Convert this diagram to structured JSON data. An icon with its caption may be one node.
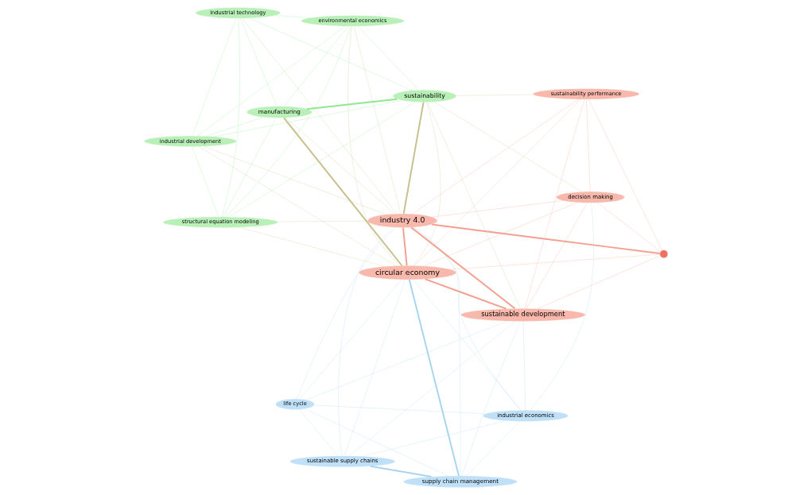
{
  "diagram": {
    "nodes": [
      {
        "text": [
          "industrial development"
        ]
      },
      {
        "text": [
          "environmental economics"
        ]
      },
      {
        "text": [
          "structural equation modeling"
        ]
      },
      {
        "text": [
          "manufacturing"
        ]
      },
      {
        "text": [
          "industrial technology"
        ]
      },
      {
        "text": [
          "sustainability"
        ]
      },
      {
        "text": [
          "life cycle"
        ]
      },
      {
        "text": [
          "supply chain management"
        ]
      },
      {
        "text": [
          "sustainable supply chains"
        ]
      },
      {
        "text": [
          "industrial economics"
        ]
      },
      {
        "text": [
          "circular economy"
        ]
      },
      {
        "text": [
          "sustainable development"
        ]
      },
      {
        "text": [
          "industry 4.0"
        ]
      },
      {
        "text": [
          "decision making"
        ]
      },
      {
        "text": [
          "sustainability performance"
        ]
      },
      {
        "text": [],
        "shape": "circle"
      }
    ],
    "edges": [
      {
        "from": 0,
        "to": 1,
        "arrow": "none",
        "color": "#8ee88e"
      },
      {
        "from": 0,
        "to": 2,
        "arrow": "none",
        "color": "#8ee88e"
      },
      {
        "from": 0,
        "to": 3,
        "arrow": "none",
        "color": "#8ee88e"
      },
      {
        "from": 0,
        "to": 4,
        "arrow": "none",
        "color": "#8ee88e"
      },
      {
        "from": 0,
        "to": 5,
        "arrow": "none",
        "color": "#8ee88e"
      },
      {
        "from": 1,
        "to": 2,
        "arrow": "none",
        "color": "#8ee88e"
      },
      {
        "from": 1,
        "to": 3,
        "arrow": "none",
        "color": "#8ee88e"
      },
      {
        "from": 1,
        "to": 4,
        "arrow": "none",
        "color": "#8ee88e"
      },
      {
        "from": 1,
        "to": 5,
        "arrow": "none",
        "color": "#8ee88e"
      },
      {
        "from": 2,
        "to": 3,
        "arrow": "none",
        "color": "#8ee88e"
      },
      {
        "from": 2,
        "to": 4,
        "arrow": "none",
        "color": "#8ee88e"
      },
      {
        "from": 2,
        "to": 5,
        "arrow": "none",
        "color": "#8ee88e"
      },
      {
        "from": 3,
        "to": 4,
        "arrow": "none",
        "color": "#8ee88e"
      },
      {
        "from": 3,
        "to": 5,
        "arrow": "none",
        "color": "#8ee88e",
        "style": "thick"
      },
      {
        "from": 4,
        "to": 5,
        "arrow": "none",
        "color": "#8ee88e"
      },
      {
        "from": 3,
        "to": 10,
        "arrow": "none",
        "color": "#c8c08c",
        "style": "thick"
      },
      {
        "from": 3,
        "to": 12,
        "arrow": "none",
        "color": "#c8c08c"
      },
      {
        "from": 5,
        "to": 10,
        "arrow": "none",
        "color": "#c8c08c"
      },
      {
        "from": 5,
        "to": 12,
        "arrow": "none",
        "color": "#c8c08c",
        "style": "thick"
      },
      {
        "from": 5,
        "to": 11,
        "arrow": "none",
        "color": "#c8c08c"
      },
      {
        "from": 5,
        "to": 13,
        "arrow": "none",
        "color": "#c8c08c"
      },
      {
        "from": 5,
        "to": 14,
        "arrow": "none",
        "color": "#c8c08c"
      },
      {
        "from": 0,
        "to": 10,
        "arrow": "none",
        "color": "#c8c08c"
      },
      {
        "from": 0,
        "to": 12,
        "arrow": "none",
        "color": "#c8c08c"
      },
      {
        "from": 1,
        "to": 10,
        "arrow": "none",
        "color": "#c8c08c"
      },
      {
        "from": 1,
        "to": 12,
        "arrow": "none",
        "color": "#c8c08c"
      },
      {
        "from": 2,
        "to": 10,
        "arrow": "none",
        "color": "#c8c08c"
      },
      {
        "from": 2,
        "to": 12,
        "arrow": "none",
        "color": "#c8c08c"
      },
      {
        "from": 4,
        "to": 12,
        "arrow": "none",
        "color": "#c8c08c"
      },
      {
        "from": 6,
        "to": 7,
        "arrow": "none",
        "color": "#a8d4f0"
      },
      {
        "from": 6,
        "to": 8,
        "arrow": "none",
        "color": "#a8d4f0"
      },
      {
        "from": 6,
        "to": 9,
        "arrow": "none",
        "color": "#a8d4f0"
      },
      {
        "from": 7,
        "to": 8,
        "arrow": "none",
        "color": "#a8d4f0",
        "style": "thick"
      },
      {
        "from": 7,
        "to": 9,
        "arrow": "none",
        "color": "#a8d4f0"
      },
      {
        "from": 8,
        "to": 9,
        "arrow": "none",
        "color": "#a8d4f0"
      },
      {
        "from": 7,
        "to": 10,
        "arrow": "none",
        "color": "#a8d4f0",
        "style": "thick"
      },
      {
        "from": 7,
        "to": 12,
        "arrow": "none",
        "color": "#a8d4f0"
      },
      {
        "from": 7,
        "to": 11,
        "arrow": "none",
        "color": "#a8d4f0"
      },
      {
        "from": 8,
        "to": 10,
        "arrow": "none",
        "color": "#a8d4f0"
      },
      {
        "from": 8,
        "to": 11,
        "arrow": "none",
        "color": "#a8d4f0"
      },
      {
        "from": 8,
        "to": 12,
        "arrow": "none",
        "color": "#a8d4f0"
      },
      {
        "from": 6,
        "to": 10,
        "arrow": "none",
        "color": "#a8d4f0"
      },
      {
        "from": 6,
        "to": 11,
        "arrow": "none",
        "color": "#a8d4f0"
      },
      {
        "from": 6,
        "to": 12,
        "arrow": "none",
        "color": "#a8d4f0"
      },
      {
        "from": 9,
        "to": 10,
        "arrow": "none",
        "color": "#a8d4f0"
      },
      {
        "from": 9,
        "to": 11,
        "arrow": "none",
        "color": "#a8d4f0"
      },
      {
        "from": 9,
        "to": 12,
        "arrow": "none",
        "color": "#a8d4f0"
      },
      {
        "from": 9,
        "to": 13,
        "arrow": "none",
        "color": "#a8d4f0"
      },
      {
        "from": 10,
        "to": 12,
        "arrow": "none",
        "color": "#f4a090",
        "style": "thick"
      },
      {
        "from": 10,
        "to": 11,
        "arrow": "none",
        "color": "#f4a090",
        "style": "thick"
      },
      {
        "from": 11,
        "to": 12,
        "arrow": "none",
        "color": "#f4a090",
        "style": "thick"
      },
      {
        "from": 10,
        "to": 13,
        "arrow": "none",
        "color": "#f4a090"
      },
      {
        "from": 11,
        "to": 13,
        "arrow": "none",
        "color": "#f4a090"
      },
      {
        "from": 12,
        "to": 13,
        "arrow": "none",
        "color": "#f4a090"
      },
      {
        "from": 10,
        "to": 14,
        "arrow": "none",
        "color": "#f4a090"
      },
      {
        "from": 12,
        "to": 14,
        "arrow": "none",
        "color": "#f4a090"
      },
      {
        "from": 11,
        "to": 14,
        "arrow": "none",
        "color": "#f4a090"
      },
      {
        "from": 13,
        "to": 14,
        "arrow": "none",
        "color": "#f4a090"
      },
      {
        "from": 10,
        "to": 15,
        "arrow": "none",
        "color": "#f4a090"
      },
      {
        "from": 11,
        "to": 15,
        "arrow": "none",
        "color": "#f4a090"
      },
      {
        "from": 12,
        "to": 15,
        "arrow": "none",
        "color": "#f4a090",
        "style": "thick"
      },
      {
        "from": 13,
        "to": 15,
        "arrow": "none",
        "color": "#f4a090"
      },
      {
        "from": 14,
        "to": 15,
        "arrow": "none",
        "color": "#f4a090"
      }
    ]
  }
}
